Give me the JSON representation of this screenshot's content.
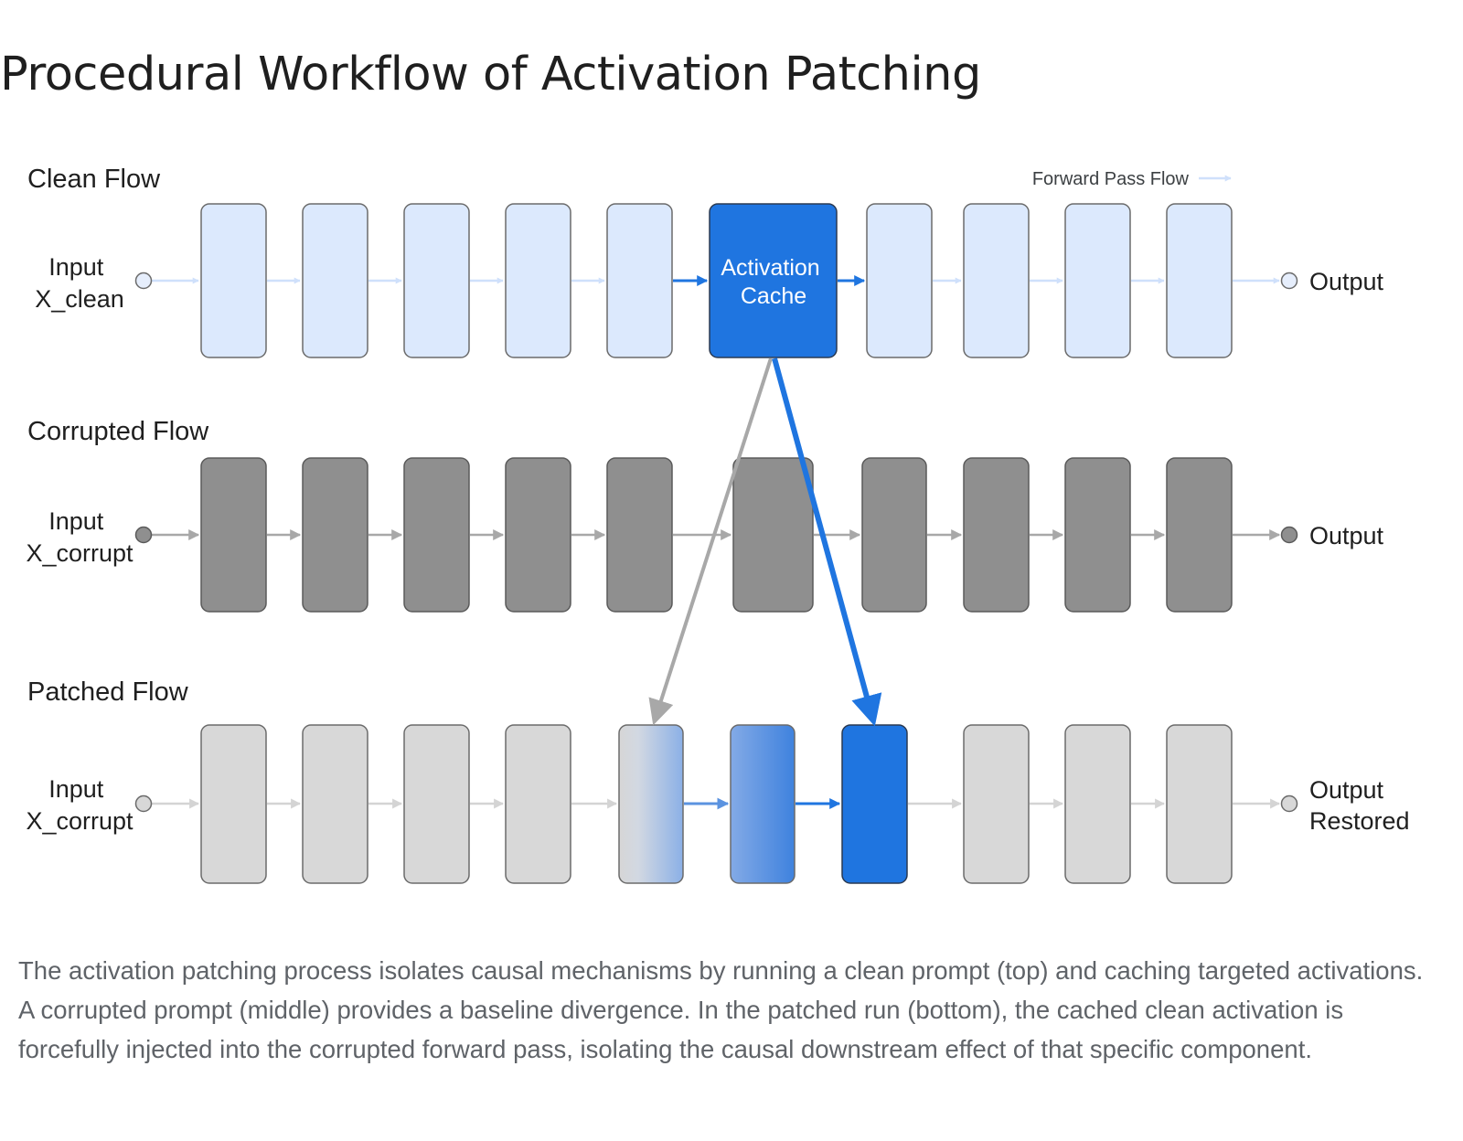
{
  "title": "Procedural Workflow of Activation Patching",
  "legend": {
    "label": "Forward Pass Flow"
  },
  "rows": {
    "clean": {
      "label": "Clean Flow",
      "input": [
        "Input",
        "X_clean"
      ],
      "output": [
        "Output"
      ],
      "cache": [
        "Activation",
        "Cache"
      ]
    },
    "corrupted": {
      "label": "Corrupted Flow",
      "input": [
        "Input",
        "X_corrupt"
      ],
      "output": [
        "Output"
      ]
    },
    "patched": {
      "label": "Patched Flow",
      "input": [
        "Input",
        "X_corrupt"
      ],
      "output": [
        "Output",
        "Restored"
      ]
    }
  },
  "colors": {
    "clean_block": "#dce9fd",
    "corrupt_block": "#8f8f8f",
    "patched_block": "#d8d8d8",
    "accent_blue": "#1f75e0",
    "light_arrow": "#cfe0fb",
    "gray_arrow": "#9e9e9e",
    "patched_arrow": "#d4d4d4"
  },
  "caption": "The activation patching process isolates causal mechanisms by running a clean prompt (top) and caching targeted activations. A corrupted prompt (middle) provides a baseline divergence. In the patched run (bottom), the cached clean activation is forcefully injected into the corrupted forward pass, isolating the causal downstream effect of that specific component."
}
